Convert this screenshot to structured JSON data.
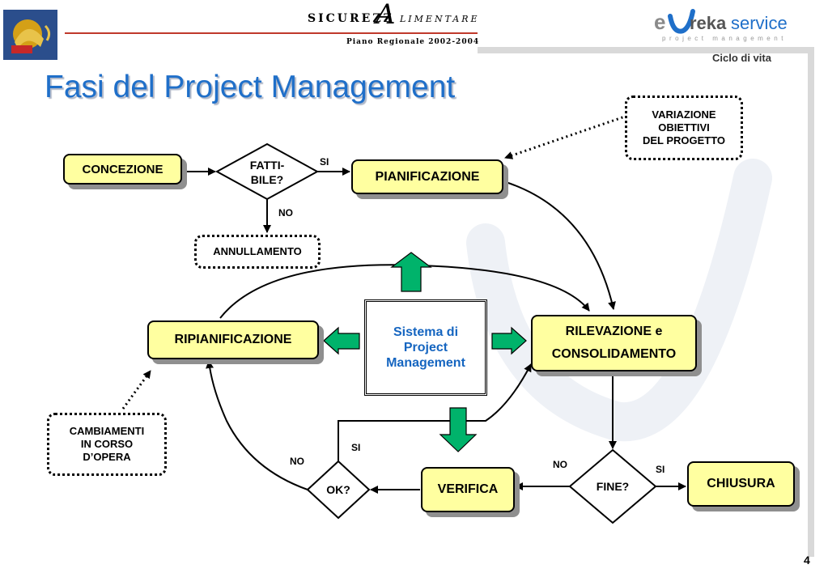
{
  "header": {
    "brand_left": "SICUREZZ",
    "brand_script": "LIMENTARE",
    "brand_sub": "Piano Regionale 2002-2004",
    "logo_e": "e",
    "logo_reka": "reka",
    "logo_service": "service",
    "logo_tagline": "project management",
    "section": "Ciclo di vita"
  },
  "title": "Fasi del Project Management",
  "nodes": {
    "concezione": "CONCEZIONE",
    "fattibile_1": "FATTI-",
    "fattibile_2": "BILE?",
    "pianificazione": "PIANIFICAZIONE",
    "annullamento": "ANNULLAMENTO",
    "variazione_1": "VARIAZIONE",
    "variazione_2": "OBIETTIVI",
    "variazione_3": "DEL PROGETTO",
    "ripianificazione": "RIPIANIFICAZIONE",
    "sistema_1": "Sistema di",
    "sistema_2": "Project",
    "sistema_3": "Management",
    "rilevazione_1": "RILEVAZIONE e",
    "rilevazione_2": "CONSOLIDAMENTO",
    "cambiamenti_1": "CAMBIAMENTI",
    "cambiamenti_2": "IN CORSO",
    "cambiamenti_3": "D’OPERA",
    "ok": "OK?",
    "verifica": "VERIFICA",
    "fine": "FINE?",
    "chiusura": "CHIUSURA"
  },
  "labels": {
    "si_fattibile": "SI",
    "no_fattibile": "NO",
    "si_ok": "SI",
    "no_ok": "NO",
    "no_fine": "NO",
    "si_fine": "SI"
  },
  "page_number": "4",
  "colors": {
    "title": "#1f6fc9",
    "box_fill": "#ffffa0",
    "arrow_fill": "#00b36b",
    "system_text": "#1565c0",
    "brand_line": "#c0392b"
  }
}
